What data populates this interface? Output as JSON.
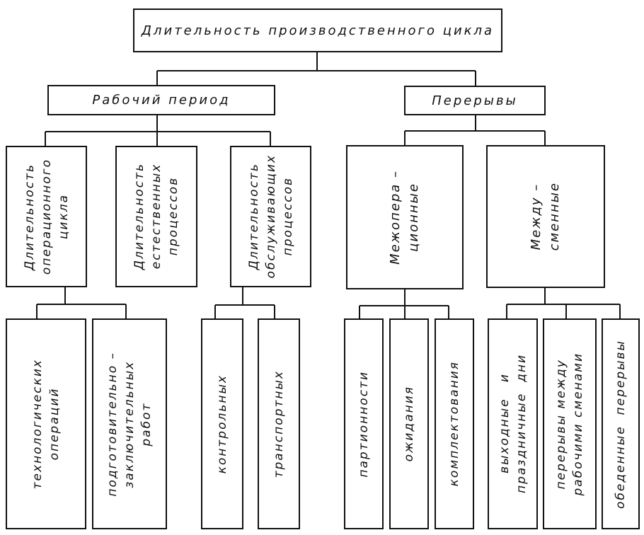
{
  "root": {
    "label": "Длительность производственного цикла"
  },
  "level1": {
    "work_period": "Рабочий период",
    "breaks": "Перерывы"
  },
  "level2": {
    "op_cycle": "Длительность\nоперационного\nцикла",
    "natural": "Длительность\nестественных\nпроцессов",
    "service": "Длительность\nобслуживающих\nпроцессов",
    "interop": "Межопера –\nционные",
    "intershift": "Между –\nсменные"
  },
  "level3": {
    "tech": "технологических\nопераций",
    "prep": "подготовительно –\nзаключительных\nработ",
    "control": "контрольных",
    "transport": "транспортных",
    "batch": "партионности",
    "wait": "ожидания",
    "complete": "комплектования",
    "holidays": "выходные   и\nпраздничные  дни",
    "shift_breaks": "перерывы между\nрабочими сменами",
    "lunch": "обеденные  перерывы"
  },
  "colors": {
    "line": "#111111",
    "background": "#ffffff"
  }
}
